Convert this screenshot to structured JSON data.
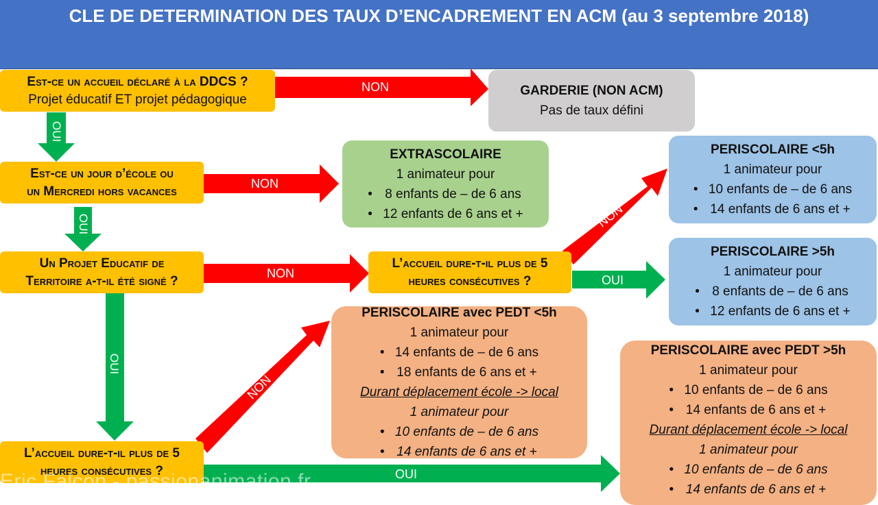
{
  "title": "CLE DE DETERMINATION DES TAUX D’ENCADREMENT EN ACM (au 3 septembre 2018)",
  "questions": {
    "q1_line1": "Est-ce un accueil déclaré à la DDCS ?",
    "q1_line2": "Projet éducatif ET projet pédagogique",
    "q2_line1": "Est-ce un jour d’école ou",
    "q2_line2": "un Mercredi hors vacances",
    "q3_line1": "Un Projet Educatif de",
    "q3_line2": "Territoire a-t-il été signé ?",
    "q4_line1": "L’accueil dure-t-il plus de 5",
    "q4_line2": "heures consécutives ?",
    "q5_line1": "L’accueil dure-t-il plus de 5",
    "q5_line2": "heures consécutives ?"
  },
  "labels": {
    "non": "NON",
    "oui": "OUI"
  },
  "results": {
    "garderie": {
      "title": "GARDERIE (NON ACM)",
      "sub": "Pas de taux défini"
    },
    "extrascolaire": {
      "title": "EXTRASCOLAIRE",
      "intro": "1 animateur pour",
      "items": [
        "8 enfants de – de 6 ans",
        "12 enfants de 6 ans et +"
      ]
    },
    "peri_lt5": {
      "title": "PERISCOLAIRE <5h",
      "intro": "1 animateur pour",
      "items": [
        "10 enfants de – de 6 ans",
        "14 enfants de 6 ans et +"
      ]
    },
    "peri_gt5": {
      "title": "PERISCOLAIRE >5h",
      "intro": "1 animateur pour",
      "items": [
        "8 enfants de – de 6 ans",
        "12 enfants de 6 ans et +"
      ]
    },
    "pedt_lt5": {
      "title": "PERISCOLAIRE avec PEDT <5h",
      "intro": "1 animateur pour",
      "items": [
        "14 enfants de – de 6 ans",
        "18 enfants de 6 ans et +"
      ],
      "trip_title": "Durant déplacement école -> local",
      "trip_intro": "1 animateur pour",
      "trip_items": [
        "10 enfants de – de 6 ans",
        "14 enfants de 6 ans et +"
      ]
    },
    "pedt_gt5": {
      "title": "PERISCOLAIRE avec PEDT >5h",
      "intro": "1 animateur pour",
      "items": [
        "10 enfants de – de 6 ans",
        "14 enfants de 6 ans et +"
      ],
      "trip_title": "Durant déplacement école -> local",
      "trip_intro": "1 animateur pour",
      "trip_items": [
        "10 enfants de – de 6 ans",
        "14 enfants de 6 ans et +"
      ]
    }
  },
  "watermark": "Eric Falcon - passionanimation.fr",
  "colors": {
    "header": "#4472c4",
    "question": "#ffc000",
    "non_arrow": "#ff0000",
    "oui_arrow": "#00b050",
    "garderie": "#d0cece",
    "extrascolaire": "#a9d18e",
    "periscolaire": "#9dc3e6",
    "pedt": "#f4b183"
  }
}
